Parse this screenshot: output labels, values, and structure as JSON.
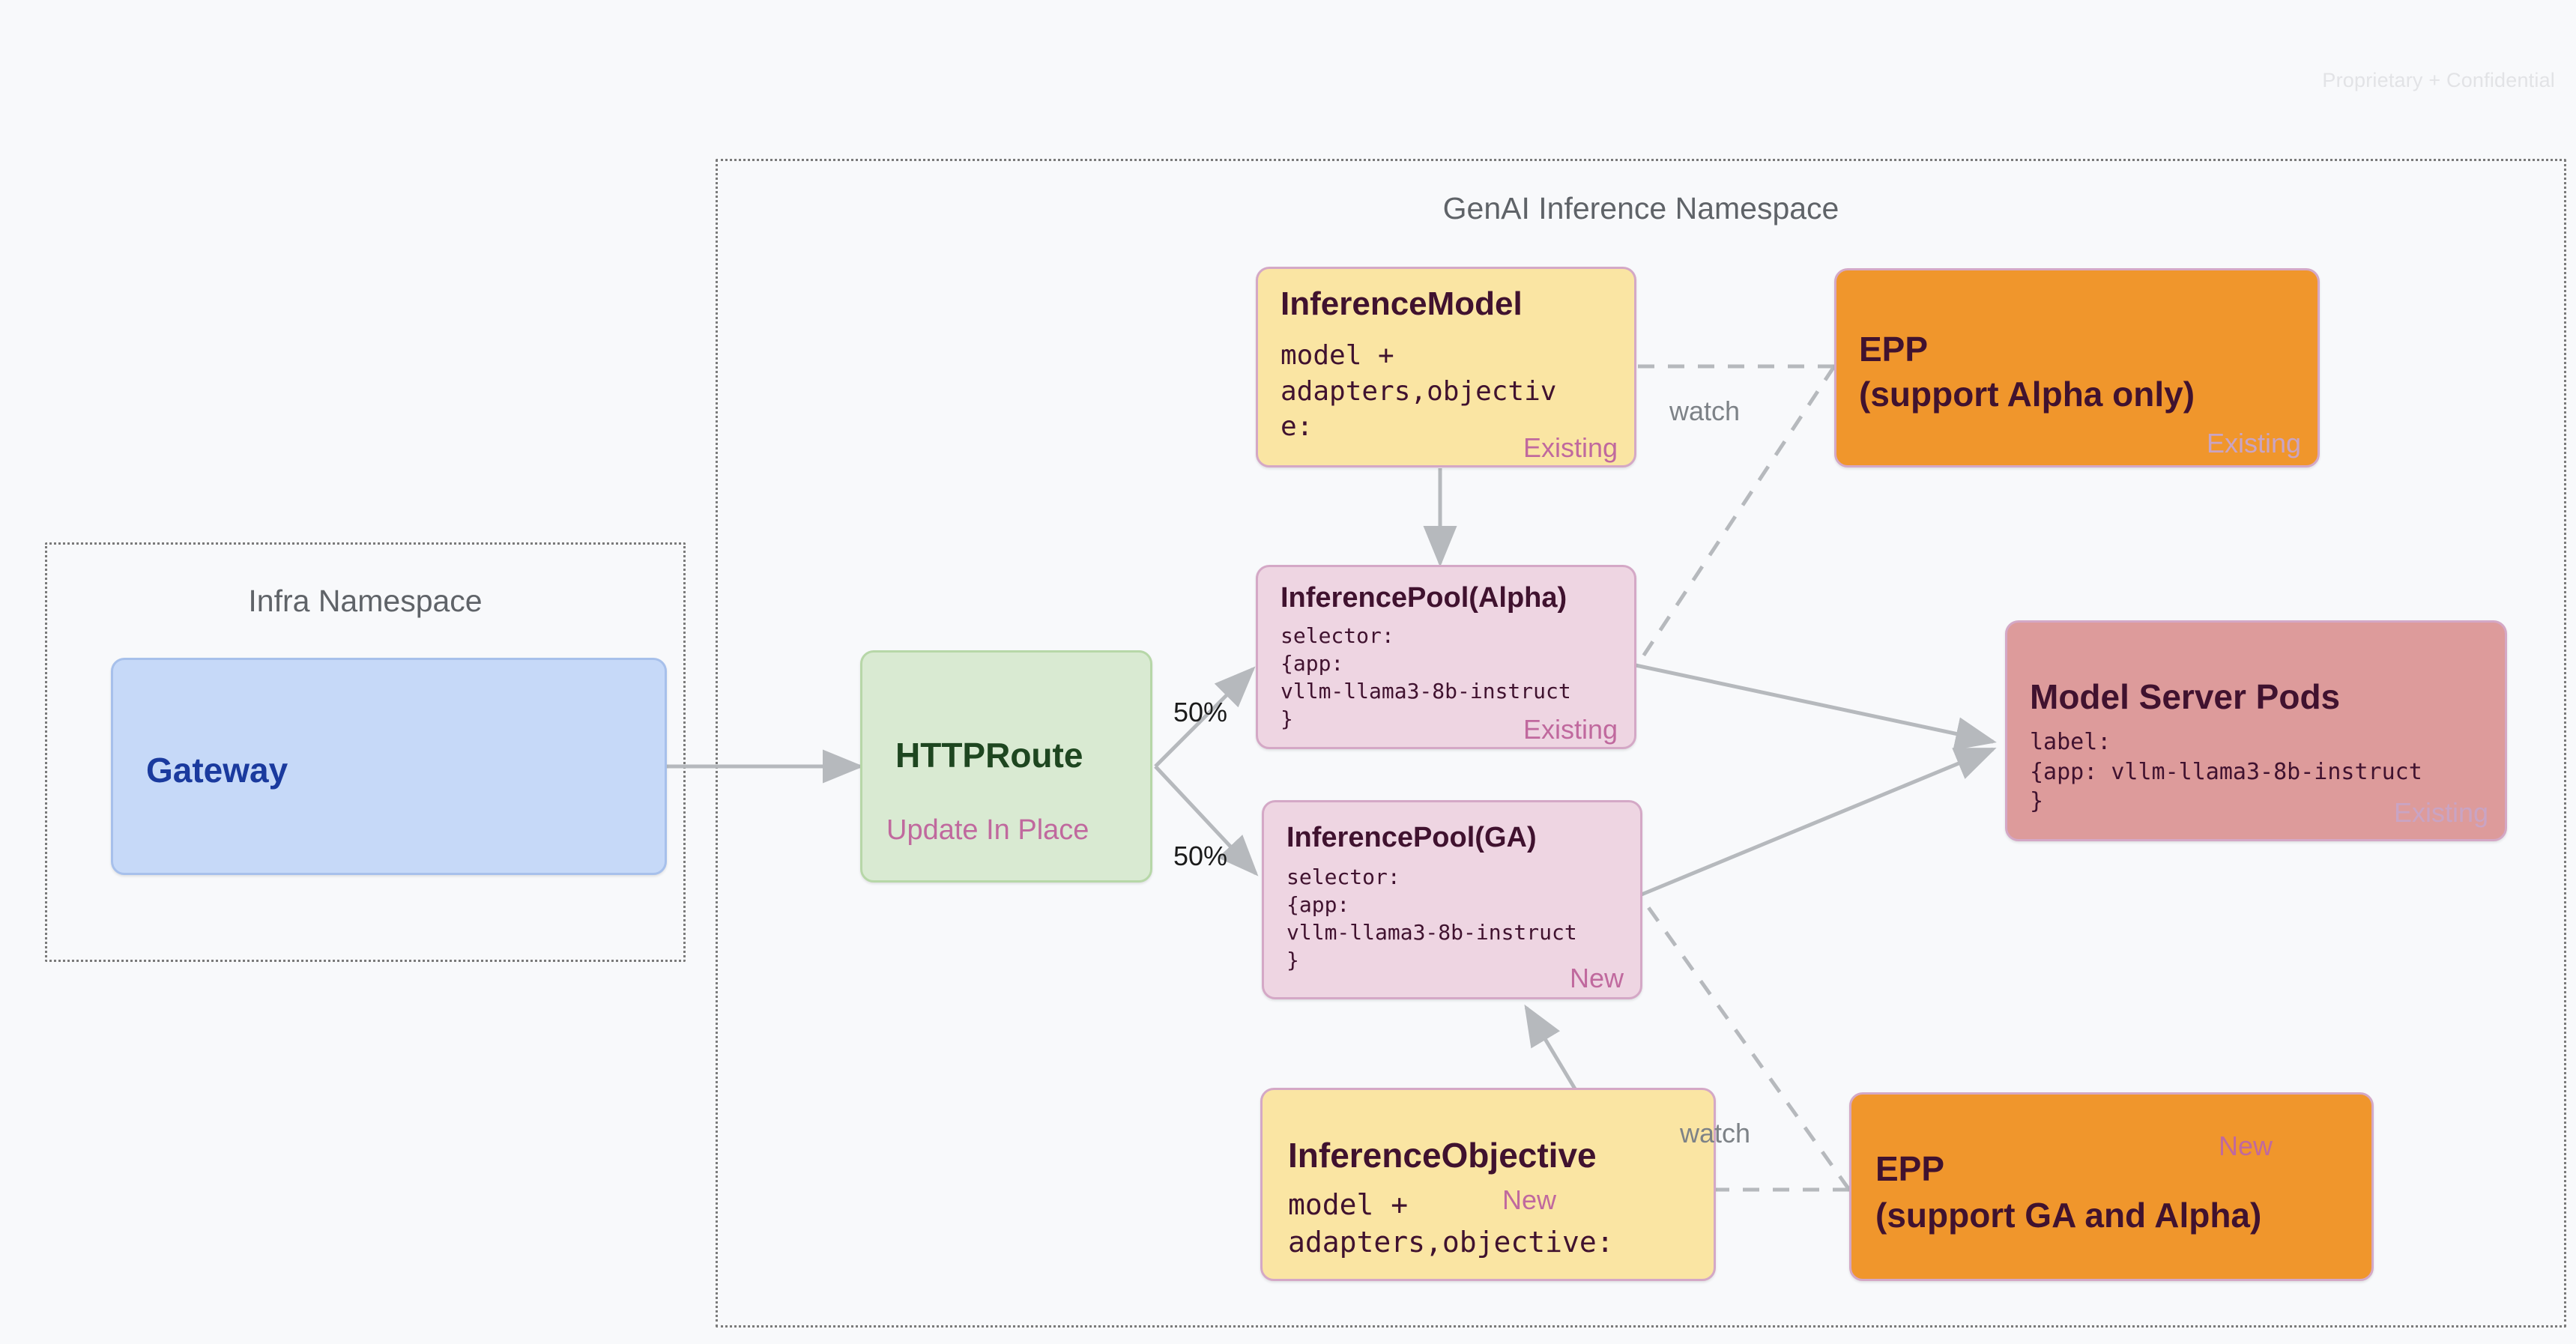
{
  "page": {
    "confidential_note": "Proprietary + Confidential",
    "background_color": "#f8f9fb"
  },
  "namespaces": [
    {
      "id": "infra",
      "title": "Infra Namespace"
    },
    {
      "id": "genai",
      "title": "GenAI Inference Namespace"
    }
  ],
  "nodes": {
    "gateway": {
      "title": "Gateway",
      "color": "#c6d9f8",
      "title_color": "#1a3a9e"
    },
    "httproute": {
      "title": "HTTPRoute",
      "tag": "Update In Place",
      "color": "#d9ead2",
      "title_color": "#1e4620",
      "tag_color": "#c0699e"
    },
    "inference_model": {
      "title": "InferenceModel",
      "body": "model +\nadapters,objectiv\ne:",
      "tag": "Existing",
      "color": "#fae5a3"
    },
    "epp_alpha": {
      "title_line1": "EPP",
      "title_line2": "(support Alpha only)",
      "tag": "Existing",
      "color": "#f0962c"
    },
    "inference_pool_alpha": {
      "title": "InferencePool(Alpha)",
      "body": "selector:\n{app:\nvllm-llama3-8b-instruct\n}",
      "tag": "Existing",
      "color": "#eed5e2"
    },
    "inference_pool_ga": {
      "title": "InferencePool(GA)",
      "body": "selector:\n{app:\nvllm-llama3-8b-instruct\n}",
      "tag": "New",
      "color": "#eed5e2"
    },
    "model_server_pods": {
      "title": "Model Server Pods",
      "body": "label:\n{app: vllm-llama3-8b-instruct\n}",
      "tag": "Existing",
      "color": "#dd9b9b"
    },
    "inference_objective": {
      "title": "InferenceObjective",
      "body": "model +\nadapters,objective:",
      "tag": "New",
      "color": "#fae5a3"
    },
    "epp_ga": {
      "title_line1": "EPP",
      "title_line2": "(support GA and Alpha)",
      "tag": "New",
      "color": "#f0962c"
    }
  },
  "edges": {
    "split_alpha_label": "50%",
    "split_ga_label": "50%",
    "watch_top_label": "watch",
    "watch_bottom_label": "watch"
  }
}
